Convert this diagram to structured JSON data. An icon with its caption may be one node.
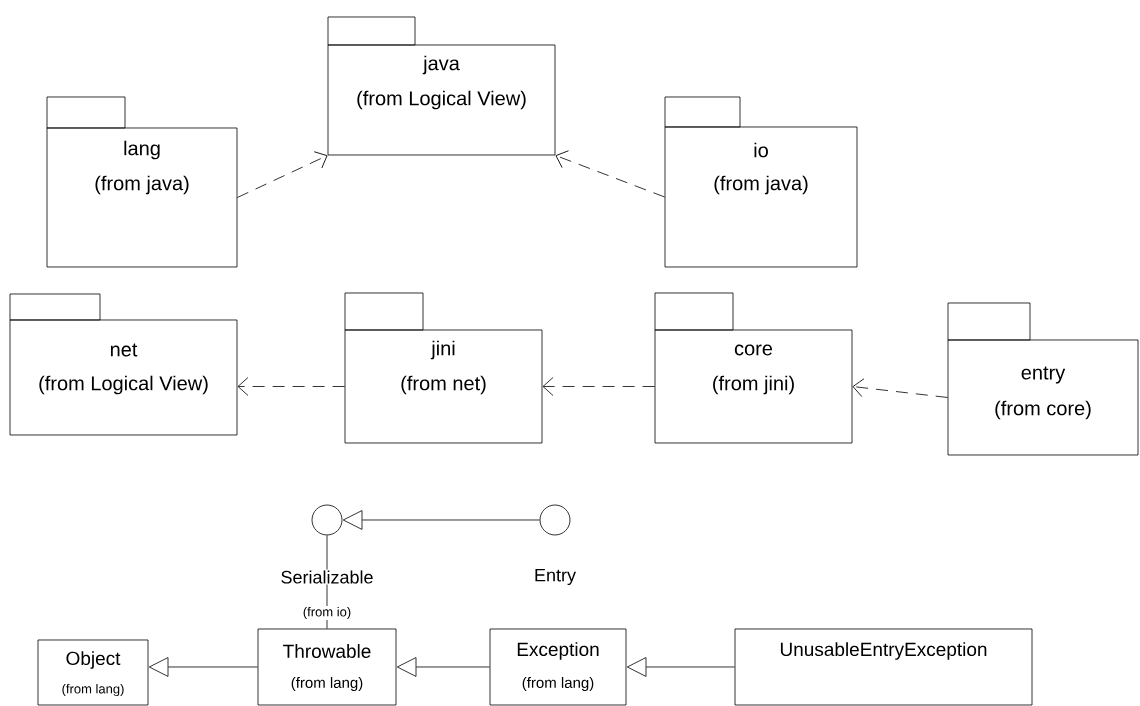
{
  "diagram": {
    "nodes": [
      {
        "text": [
          "java",
          "(from Logical View)"
        ]
      },
      {
        "text": [
          "lang",
          "(from java)"
        ]
      },
      {
        "text": [
          "io",
          "(from java)"
        ]
      },
      {
        "text": [
          "net",
          "(from Logical View)"
        ]
      },
      {
        "text": [
          "jini",
          "(from net)"
        ]
      },
      {
        "text": [
          "core",
          "(from jini)"
        ]
      },
      {
        "text": [
          "entry",
          "(from core)"
        ]
      },
      {
        "text": [],
        "shape": "circle",
        "beside": [
          "Serializable"
        ]
      },
      {
        "text": [],
        "shape": "circle",
        "beside": [
          "Entry"
        ]
      },
      {
        "text": [
          "Object",
          "(from lang)"
        ]
      },
      {
        "text": [
          "Throwable",
          "(from lang)"
        ]
      },
      {
        "text": [
          "Exception",
          "(from lang)"
        ]
      },
      {
        "text": [
          "UnusableEntryException"
        ]
      }
    ],
    "edges": [
      {
        "from": 1,
        "to": 0,
        "arrow": "to",
        "style": "dashed"
      },
      {
        "from": 2,
        "to": 0,
        "arrow": "to",
        "style": "dashed"
      },
      {
        "from": 4,
        "to": 3,
        "arrow": "to",
        "style": "dashed"
      },
      {
        "from": 5,
        "to": 4,
        "arrow": "to",
        "style": "dashed"
      },
      {
        "from": 6,
        "to": 5,
        "arrow": "to",
        "style": "dashed"
      },
      {
        "from": 8,
        "to": 7,
        "arrow": "to"
      },
      {
        "from": 10,
        "to": 7,
        "arrow": "none"
      },
      {
        "from": 10,
        "to": 9,
        "arrow": "to"
      },
      {
        "from": 11,
        "to": 10,
        "arrow": "to"
      },
      {
        "from": 12,
        "to": 11,
        "arrow": "to"
      }
    ],
    "labels": [
      "(from io)"
    ]
  }
}
